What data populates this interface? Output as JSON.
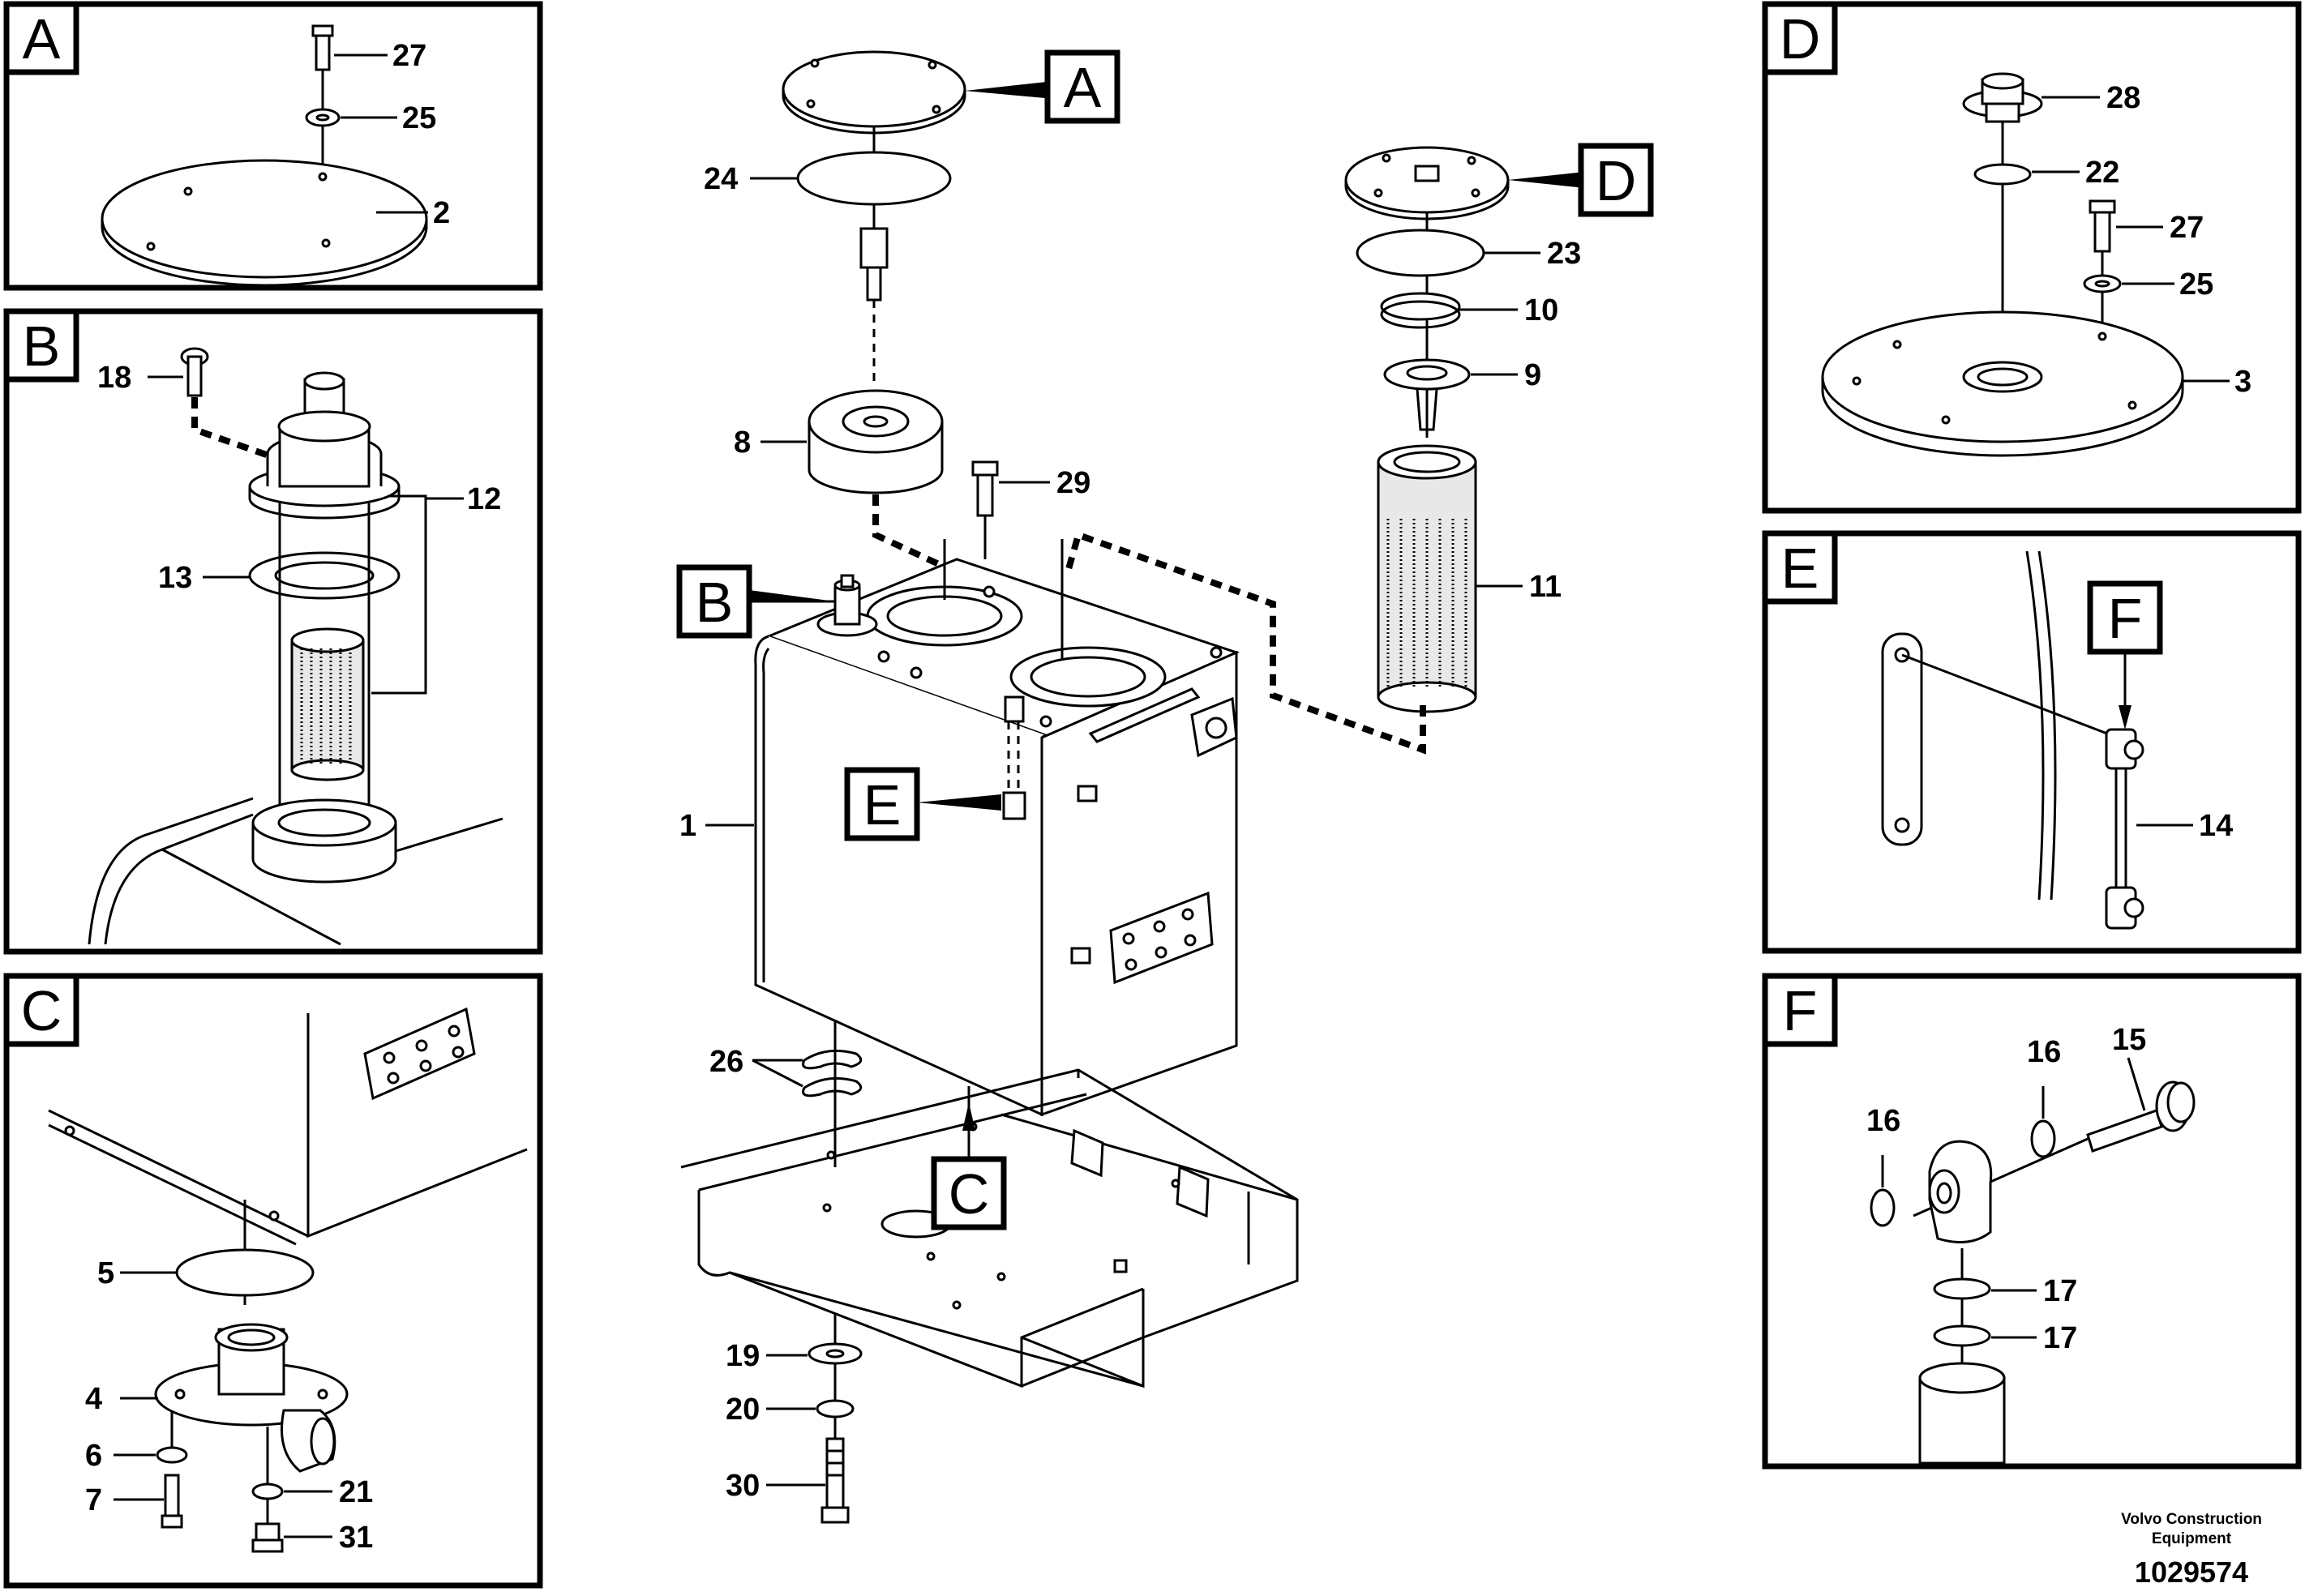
{
  "panels": {
    "A": {
      "label": "A",
      "callouts": [
        "27",
        "25",
        "2"
      ]
    },
    "B": {
      "label": "B",
      "callouts": [
        "18",
        "12",
        "13"
      ]
    },
    "C": {
      "label": "C",
      "callouts": [
        "5",
        "4",
        "6",
        "7",
        "21",
        "31"
      ]
    },
    "D": {
      "label": "D",
      "callouts": [
        "28",
        "22",
        "27",
        "25",
        "3"
      ]
    },
    "E": {
      "label": "E",
      "tag": "F",
      "callouts": [
        "14"
      ]
    },
    "F": {
      "label": "F",
      "callouts": [
        "15",
        "16",
        "16",
        "17",
        "17"
      ]
    }
  },
  "main": {
    "tags": [
      "A",
      "B",
      "C",
      "D",
      "E"
    ],
    "callouts": [
      "24",
      "8",
      "29",
      "23",
      "10",
      "9",
      "11",
      "1",
      "26",
      "19",
      "20",
      "30"
    ]
  },
  "footer": {
    "brand_line1": "Volvo Construction",
    "brand_line2": "Equipment",
    "drawing_number": "1029574"
  }
}
